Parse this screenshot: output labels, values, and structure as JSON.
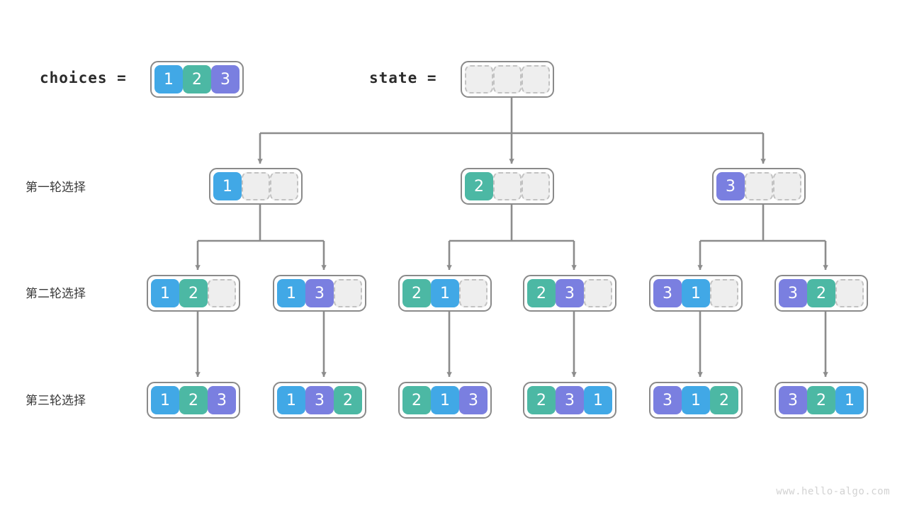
{
  "meta": {
    "watermark": "www.hello-algo.com",
    "colors": {
      "one": "#41a8e6",
      "two": "#4cb8a4",
      "three": "#7a7fe0",
      "empty_fill": "#eeeeee",
      "empty_border": "#c2c2c2",
      "container_border": "#8a8a8a",
      "wire": "#8c8c8c",
      "text": "#2b2b2b"
    }
  },
  "header": {
    "choices_label": "choices =",
    "state_label": "state =",
    "choices_values": [
      "1",
      "2",
      "3"
    ],
    "state_values": [
      "",
      "",
      ""
    ]
  },
  "rows": [
    {
      "label": "第一轮选择"
    },
    {
      "label": "第二轮选择"
    },
    {
      "label": "第三轮选择"
    }
  ],
  "tree": {
    "level1": [
      {
        "values": [
          "1",
          "",
          ""
        ]
      },
      {
        "values": [
          "2",
          "",
          ""
        ]
      },
      {
        "values": [
          "3",
          "",
          ""
        ]
      }
    ],
    "level2": [
      {
        "values": [
          "1",
          "2",
          ""
        ]
      },
      {
        "values": [
          "1",
          "3",
          ""
        ]
      },
      {
        "values": [
          "2",
          "1",
          ""
        ]
      },
      {
        "values": [
          "2",
          "3",
          ""
        ]
      },
      {
        "values": [
          "3",
          "1",
          ""
        ]
      },
      {
        "values": [
          "3",
          "2",
          ""
        ]
      }
    ],
    "level3": [
      {
        "values": [
          "1",
          "2",
          "3"
        ]
      },
      {
        "values": [
          "1",
          "3",
          "2"
        ]
      },
      {
        "values": [
          "2",
          "1",
          "3"
        ]
      },
      {
        "values": [
          "2",
          "3",
          "1"
        ]
      },
      {
        "values": [
          "3",
          "1",
          "2"
        ]
      },
      {
        "values": [
          "3",
          "2",
          "1"
        ]
      }
    ]
  }
}
